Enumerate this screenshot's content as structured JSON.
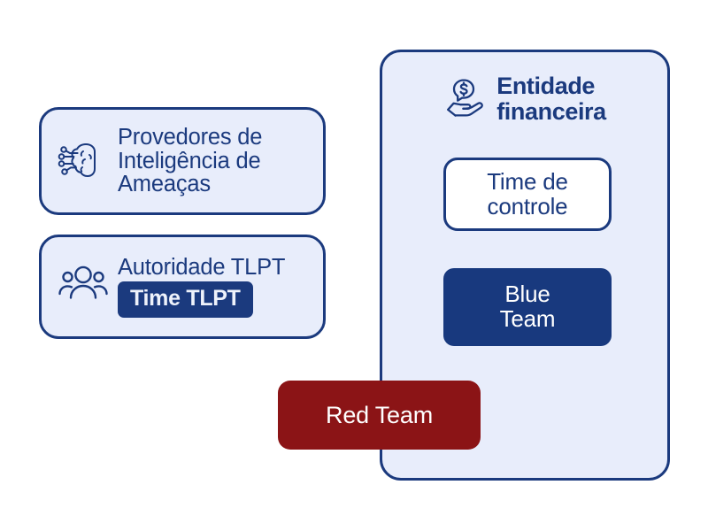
{
  "diagram": {
    "title_colors": {
      "navy": "#1b3a7e",
      "navy_fill": "#18397e",
      "panel_fill": "#e8edfb",
      "red": "#8b1416",
      "white": "#ffffff"
    },
    "left_column": [
      {
        "id": "providers",
        "icon": "brain-circuit-icon",
        "label": "Provedores de\nInteligência de\nAmeaças"
      },
      {
        "id": "authority",
        "icon": "people-group-icon",
        "label": "Autoridade TLPT",
        "badge": "Time TLPT"
      }
    ],
    "entity_panel": {
      "icon": "hand-coin-icon",
      "title": "Entidade\nfinanceira",
      "control_team": "Time de\ncontrole",
      "blue_team": "Blue\nTeam"
    },
    "red_team": "Red Team"
  }
}
